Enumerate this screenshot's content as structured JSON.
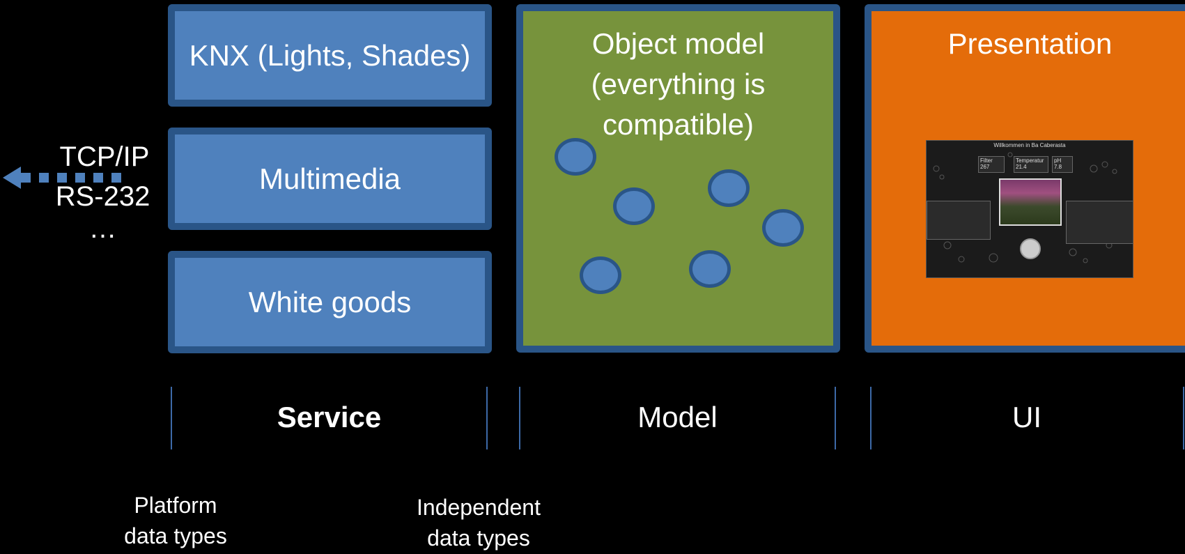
{
  "service_boxes": [
    {
      "label": "KNX (Lights, Shades)"
    },
    {
      "label": "Multimedia"
    },
    {
      "label": "White goods"
    }
  ],
  "protocols": {
    "line1": "TCP/IP",
    "line2": "RS-232 …"
  },
  "object_model": {
    "title_line1": "Object model",
    "title_line2": "(everything is",
    "title_line3": "compatible)",
    "object_count": 6
  },
  "presentation": {
    "title": "Presentation",
    "screenshot": {
      "header": "Willkommen in Ba Caberasta",
      "tiles": [
        {
          "label": "Filter",
          "value": "267"
        },
        {
          "label": "Temperatur",
          "value": "21.4"
        },
        {
          "label": "pH",
          "value": "7.8"
        }
      ]
    }
  },
  "layers": {
    "service": "Service",
    "model": "Model",
    "ui": "UI"
  },
  "notes": {
    "platform_line1": "Platform",
    "platform_line2": "data types",
    "independent_line1": "Independent",
    "independent_line2": "data types"
  },
  "colors": {
    "service_fill": "#4f81bd",
    "border": "#2a5587",
    "model_fill": "#77933c",
    "presentation_fill": "#e46c0a",
    "background": "#000000"
  }
}
